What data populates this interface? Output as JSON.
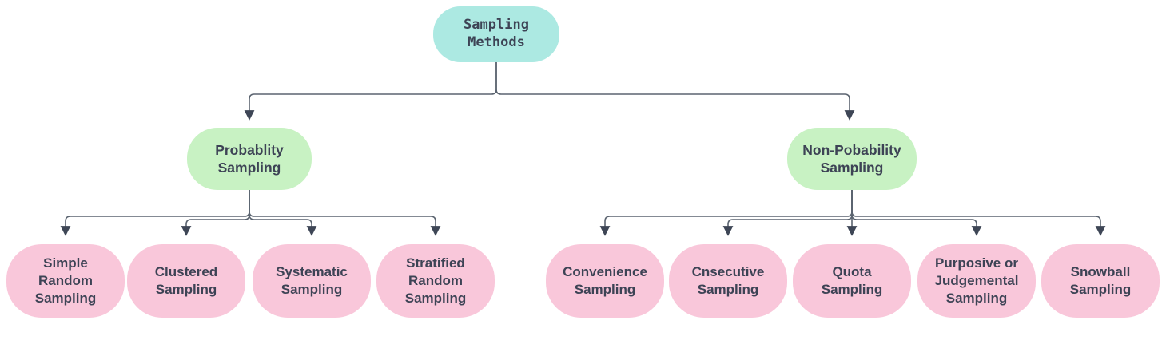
{
  "diagram_title": "Sampling Methods",
  "colors": {
    "root_fill": "#ace9e2",
    "branch_fill": "#c8f2c3",
    "leaf_fill": "#f9c7da",
    "line": "#5b6470",
    "arrow": "#3e4656",
    "text": "#3d4355",
    "bg": "#ffffff"
  },
  "nodes": {
    "root": {
      "label": [
        "Sampling",
        "Methods"
      ]
    },
    "probability": {
      "label": [
        "Probablity",
        "Sampling"
      ]
    },
    "nonprobability": {
      "label": [
        "Non-Pobability",
        "Sampling"
      ]
    },
    "simple_random": {
      "label": [
        "Simple",
        "Random",
        "Sampling"
      ]
    },
    "clustered": {
      "label": [
        "Clustered",
        "Sampling"
      ]
    },
    "systematic": {
      "label": [
        "Systematic",
        "Sampling"
      ]
    },
    "stratified": {
      "label": [
        "Stratified",
        "Random",
        "Sampling"
      ]
    },
    "convenience": {
      "label": [
        "Convenience",
        "Sampling"
      ]
    },
    "consecutive": {
      "label": [
        "Cnsecutive",
        "Sampling"
      ]
    },
    "quota": {
      "label": [
        "Quota",
        "Sampling"
      ]
    },
    "purposive": {
      "label": [
        "Purposive or",
        "Judgemental",
        "Sampling"
      ]
    },
    "snowball": {
      "label": [
        "Snowball",
        "Sampling"
      ]
    }
  }
}
